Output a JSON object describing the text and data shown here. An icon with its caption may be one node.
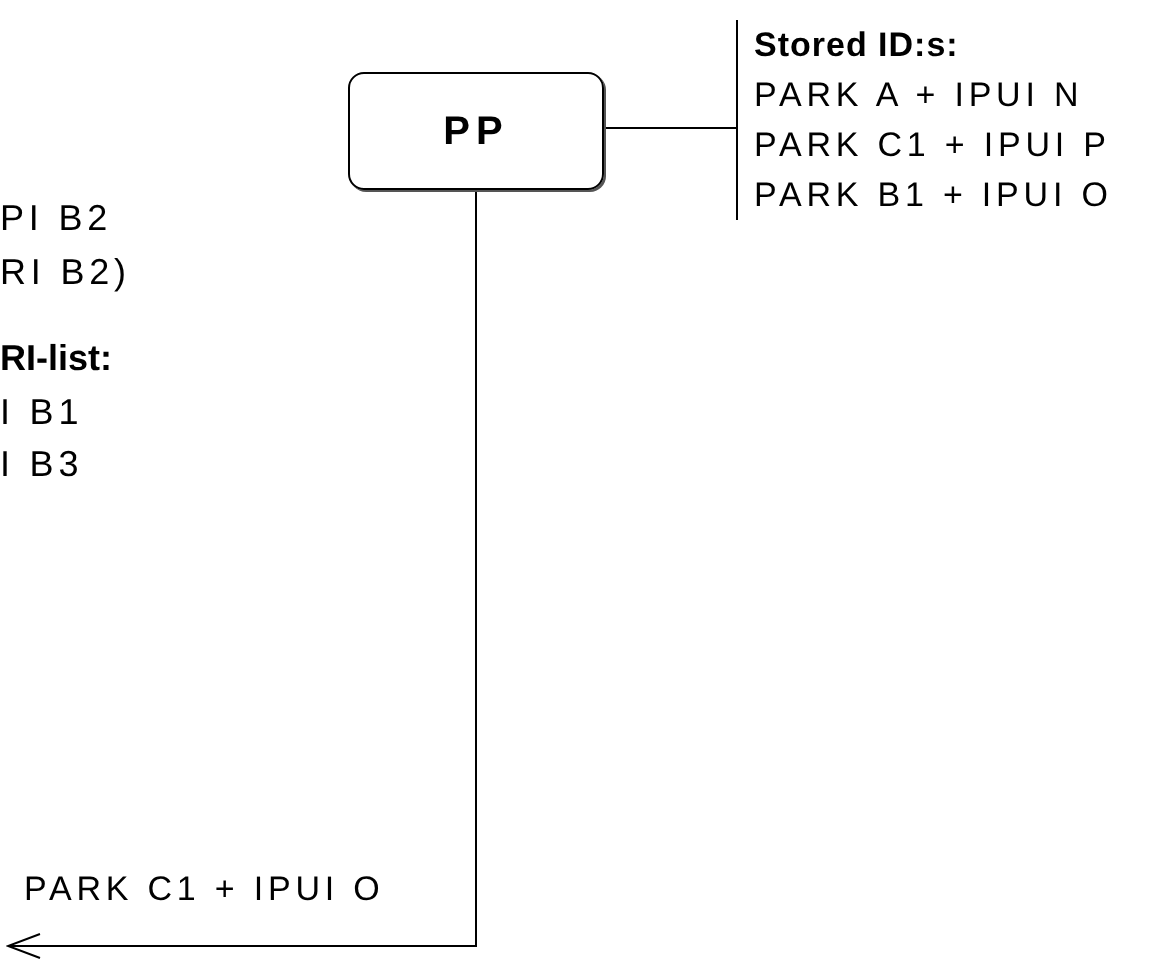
{
  "diagram": {
    "nodes": [
      {
        "text": [
          "PP"
        ]
      },
      {
        "text": [
          "Stored ID:s:",
          "PARK A + IPUI N",
          "PARK C1 + IPUI P",
          "PARK B1 + IPUI O"
        ]
      }
    ],
    "edges": [
      {
        "from": 0,
        "to": 1,
        "arrow": "none"
      },
      {
        "from": 0,
        "to": null,
        "arrow": "to",
        "label": "PARK C1 + IPUI O"
      }
    ],
    "labels": [
      "PI B2",
      "RI B2)",
      "RI-list:",
      "I B1",
      "I B3"
    ]
  }
}
